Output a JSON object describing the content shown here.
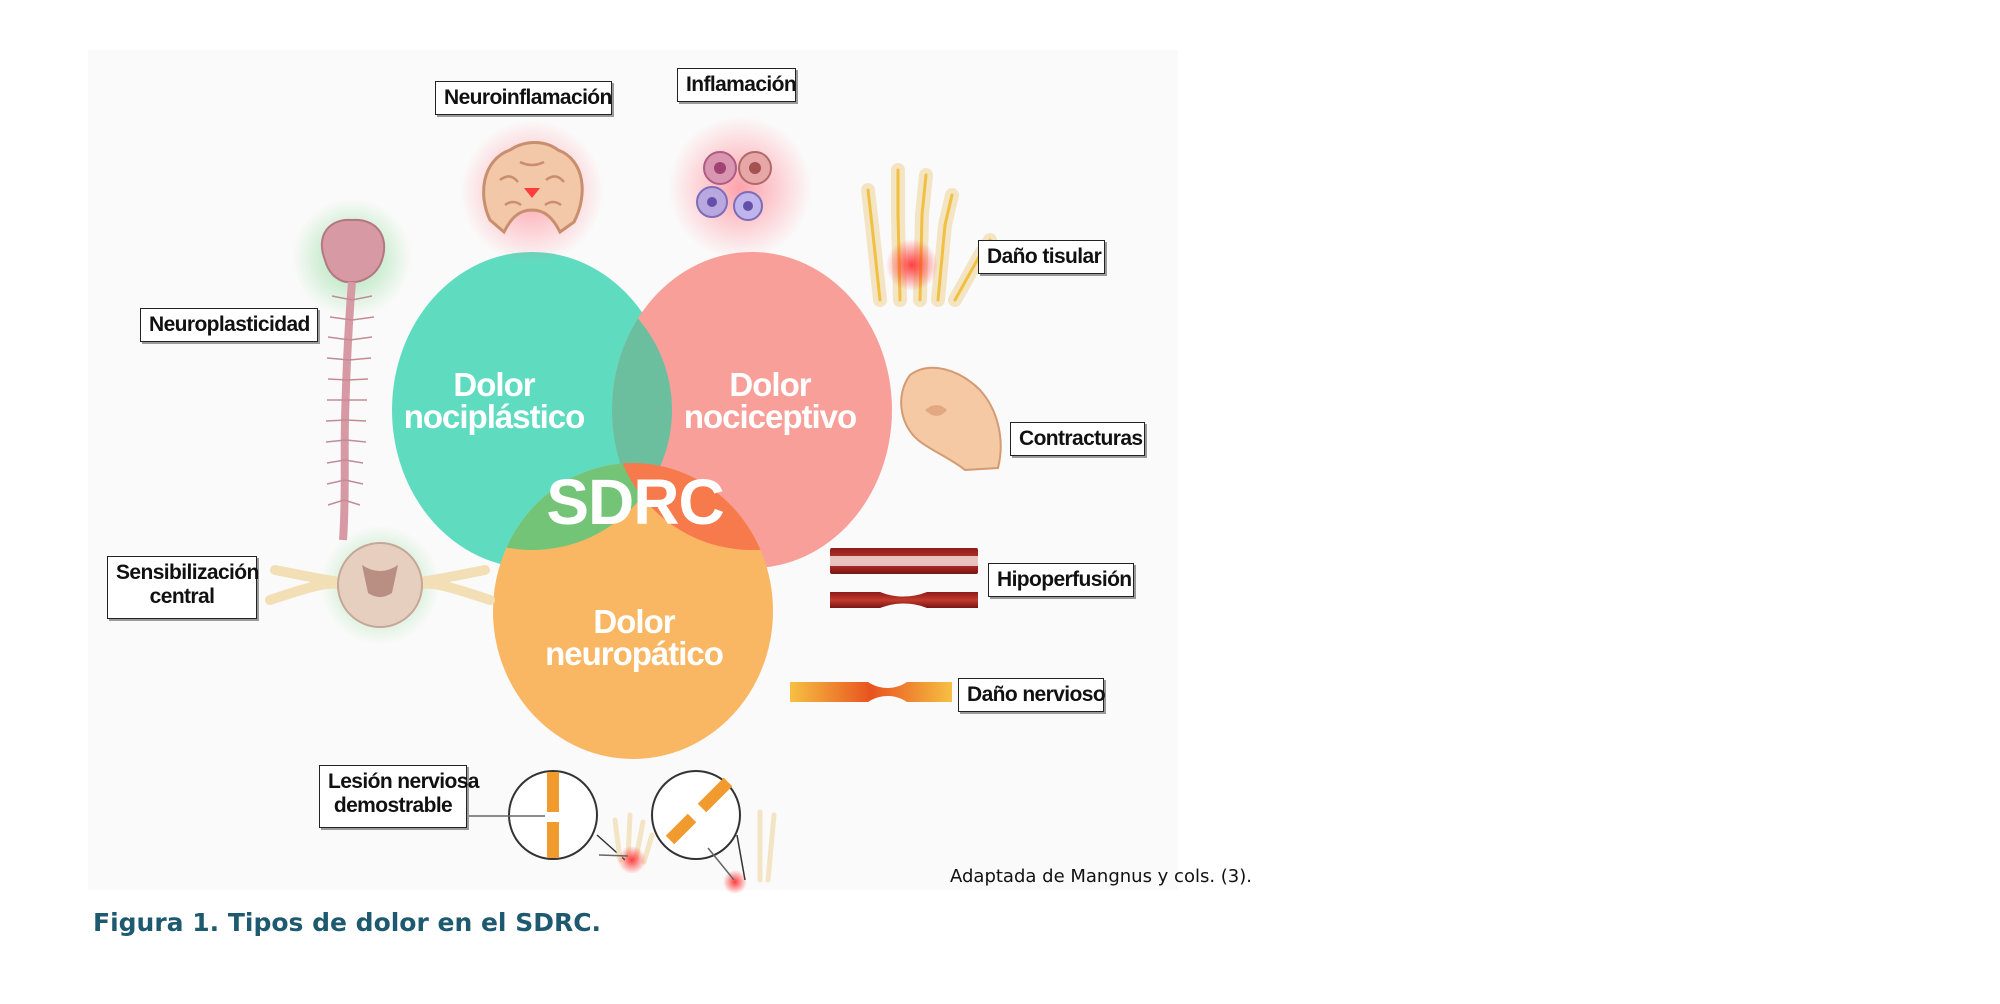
{
  "diagram": {
    "center_label": "SDRC",
    "circles": [
      {
        "line1": "Dolor",
        "line2": "nociplástico",
        "color": "#5fdcc0"
      },
      {
        "line1": "Dolor",
        "line2": "nociceptivo",
        "color": "#f99f9a"
      },
      {
        "line1": "Dolor",
        "line2": "neuropático",
        "color": "#f9b764"
      }
    ],
    "overlap_colors": {
      "noci_plastic_nociceptive": "#6bbf9f",
      "plastic_neuropathic": "#74c477",
      "nociceptive_neuropathic": "#f77a4d"
    },
    "labels": {
      "neuroinflamacion": "Neuroinflamación",
      "inflamacion": "Inflamación",
      "dano_tisular": "Daño tisular",
      "neuroplasticidad": "Neuroplasticidad",
      "contracturas": "Contracturas",
      "sensibilizacion_line1": "Sensibilización",
      "sensibilizacion_line2": "central",
      "hipoperfusion": "Hipoperfusión",
      "dano_nervioso": "Daño nervioso",
      "lesion_line1": "Lesión nerviosa",
      "lesion_line2": "demostrable"
    },
    "icons": [
      "brain-section-icon",
      "immune-cells-icon",
      "hand-skeleton-icon",
      "brain-spinal-cord-icon",
      "contracted-hand-icon",
      "spinal-cord-section-icon",
      "blood-vessel-icon",
      "nerve-fiber-icon",
      "nerve-lesion-icon"
    ]
  },
  "source_note": "Adaptada de Mangnus y cols. (3).",
  "figure_caption": "Figura 1. Tipos de dolor en el SDRC."
}
